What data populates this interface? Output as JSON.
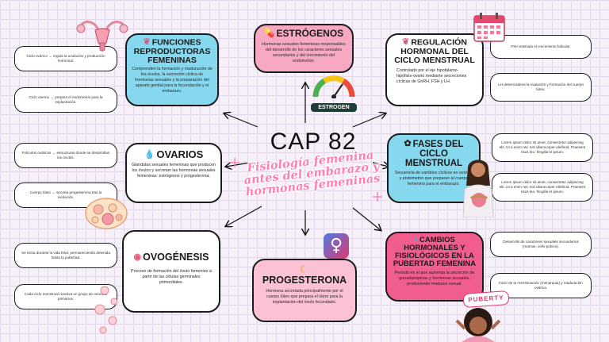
{
  "center": {
    "title": "CAP 82",
    "subtitle": "Fisiología femenina antes del embarazo y hormonas femeninas"
  },
  "funciones": {
    "title": "FUNCIONES REPRODUCTORAS FEMENINAS",
    "text": "Comprenden la formación y maduración de los óvulos, la secreción cíclica de hormonas sexuales y la preparación del aparato genital para la fecundación y el embarazo.",
    "notes": [
      "Ciclo ovárico → regula la ovulación y producción hormonal.",
      "Ciclo uterino → prepara el endometrio para la implantación."
    ]
  },
  "estrogenos": {
    "title": "ESTRÓGENOS",
    "text": "Hormonas sexuales femeninas responsables del desarrollo de los caracteres sexuales secundarios y del crecimiento del endometrio.",
    "gauge": "ESTROGEN"
  },
  "regulacion": {
    "title": "REGULACIÓN HORMONAL DEL CICLO MENSTRUAL",
    "text": "Controlado por el eje hipotálamo-hipófisis-ovario mediante secreciones cíclicas de GnRH, FSH y LH.",
    "notes": [
      "FSH estimula el crecimiento folicular.",
      "LH desencadena la ovulación y formación del cuerpo lúteo."
    ]
  },
  "ovarios": {
    "title": "OVARIOS",
    "text": "Glándulas sexuales femeninas que producen los óvulos y secretan las hormonas sexuales femeninas: estrógenos y progesterona.",
    "notes": [
      "Folículos ováricos → estructuras donde se desarrollan los óvulos.",
      "Cuerpo lúteo → secreta progesterona tras la ovulación."
    ]
  },
  "fases": {
    "title": "FASES DEL CICLO MENSTRUAL",
    "text": "Secuencia de cambios cíclicos en ovarios y endometrio que preparan al cuerpo femenino para el embarazo.",
    "notes": [
      "Lorem ipsum dolor sit amet, consectetur adipiscing elit. Ut a enim nec nisl ullamcorper eleifend. Praesent risus leo, fringilla et ipsum.",
      "Lorem ipsum dolor sit amet, consectetur adipiscing elit. Ut a enim nec nisl ullamcorper eleifend. Praesent risus leo, fringilla et ipsum."
    ]
  },
  "ovogenesis": {
    "title": "OVOGÉNESIS",
    "text": "Proceso de formación del óvulo femenino a partir de las células germinales primordiales.",
    "notes": [
      "Se inicia durante la vida fetal, permaneciendo detenida hasta la pubertad.",
      "Cada ciclo menstrual reactiva un grupo de ovocitos primarios."
    ]
  },
  "progesterona": {
    "title": "PROGESTERONA",
    "text": "Hormona secretada principalmente por el cuerpo lúteo que prepara el útero para la implantación del óvulo fecundado."
  },
  "cambios": {
    "title": "CAMBIOS HORMONALES Y FISIOLÓGICOS EN LA PUBERTAD FEMENINA",
    "text": "Periodo en el que aumenta la secreción de gonadotropinas y hormonas sexuales, produciendo madurez sexual.",
    "notes": [
      "Desarrollo de caracteres sexuales secundarios (mamas, vello púbico).",
      "Inicio de la menstruación (menarquia) y maduración ovárica."
    ],
    "sticker": "PUBERTY"
  },
  "colors": {
    "pink": "#f7a9c4",
    "blue": "#86d8ee",
    "hot": "#f25d8f",
    "grid": "#e2d8ea",
    "accent": "#ff7fb4"
  },
  "icons": [
    "uterus-icon",
    "calendar-icon",
    "estrogen-gauge-icon",
    "drop-icon",
    "follicle-icon",
    "female-symbol-icon",
    "woman-icon",
    "puberty-girl-icon",
    "brain-icon"
  ]
}
